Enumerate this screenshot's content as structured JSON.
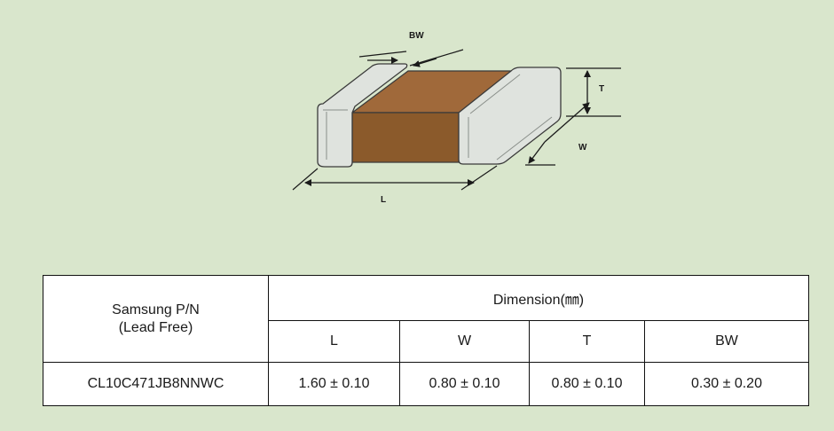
{
  "diagram": {
    "labels": {
      "bw": "BW",
      "t": "T",
      "w": "W",
      "l": "L"
    },
    "colors": {
      "body": "#8b5a2b",
      "body_top": "#a0693a",
      "terminal": "#dfe3de",
      "outline": "#3a3a3a"
    }
  },
  "table": {
    "part_header_line1": "Samsung P/N",
    "part_header_line2": "(Lead Free)",
    "dimension_header": "Dimension(㎜)",
    "columns": [
      "L",
      "W",
      "T",
      "BW"
    ],
    "row": {
      "part_number": "CL10C471JB8NNWC",
      "values": [
        "1.60 ± 0.10",
        "0.80 ± 0.10",
        "0.80 ± 0.10",
        "0.30 ± 0.20"
      ]
    }
  }
}
